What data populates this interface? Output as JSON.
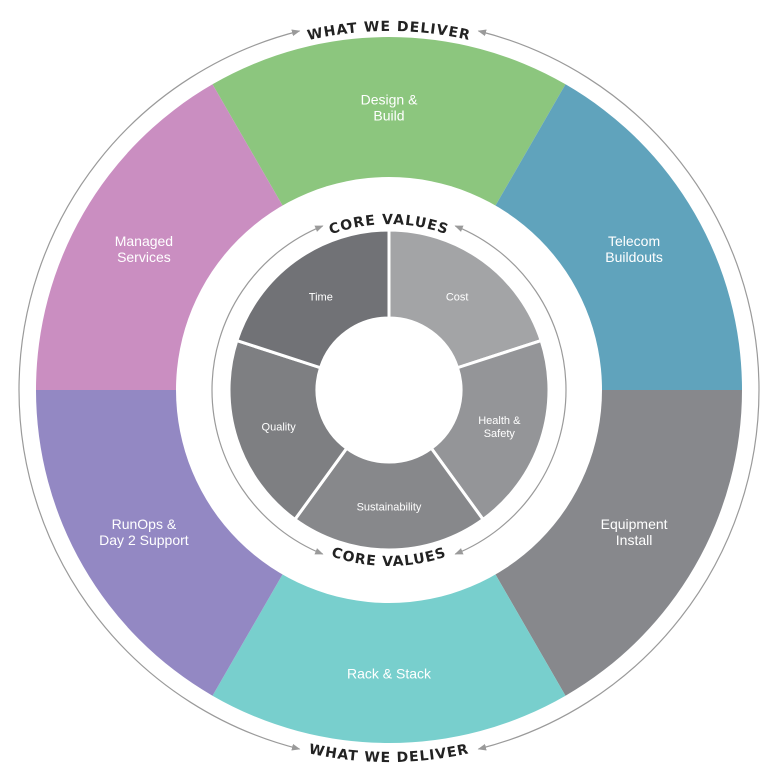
{
  "outer_title_top": "WHAT WE DELIVER",
  "outer_title_bottom": "WHAT WE DELIVER",
  "inner_title_top": "CORE VALUES",
  "inner_title_bottom": "CORE VALUES",
  "deliver_segments": [
    {
      "lines": [
        "Design &",
        "Build"
      ],
      "color": "#8cc67e"
    },
    {
      "lines": [
        "Telecom",
        "Buildouts"
      ],
      "color": "#60a3bc"
    },
    {
      "lines": [
        "Equipment",
        "Install"
      ],
      "color": "#87888c"
    },
    {
      "lines": [
        "Rack & Stack"
      ],
      "color": "#78cfcd"
    },
    {
      "lines": [
        "RunOps &",
        "Day 2 Support"
      ],
      "color": "#9388c3"
    },
    {
      "lines": [
        "Managed",
        "Services"
      ],
      "color": "#ca8ec1"
    }
  ],
  "core_values": [
    {
      "lines": [
        "Cost"
      ],
      "color": "#a3a4a6"
    },
    {
      "lines": [
        "Health &",
        "Safety"
      ],
      "color": "#949598"
    },
    {
      "lines": [
        "Sustainability"
      ],
      "color": "#87888b"
    },
    {
      "lines": [
        "Quality"
      ],
      "color": "#7e7f82"
    },
    {
      "lines": [
        "Time"
      ],
      "color": "#717276"
    }
  ],
  "arrow_color": "#9a9a9a"
}
